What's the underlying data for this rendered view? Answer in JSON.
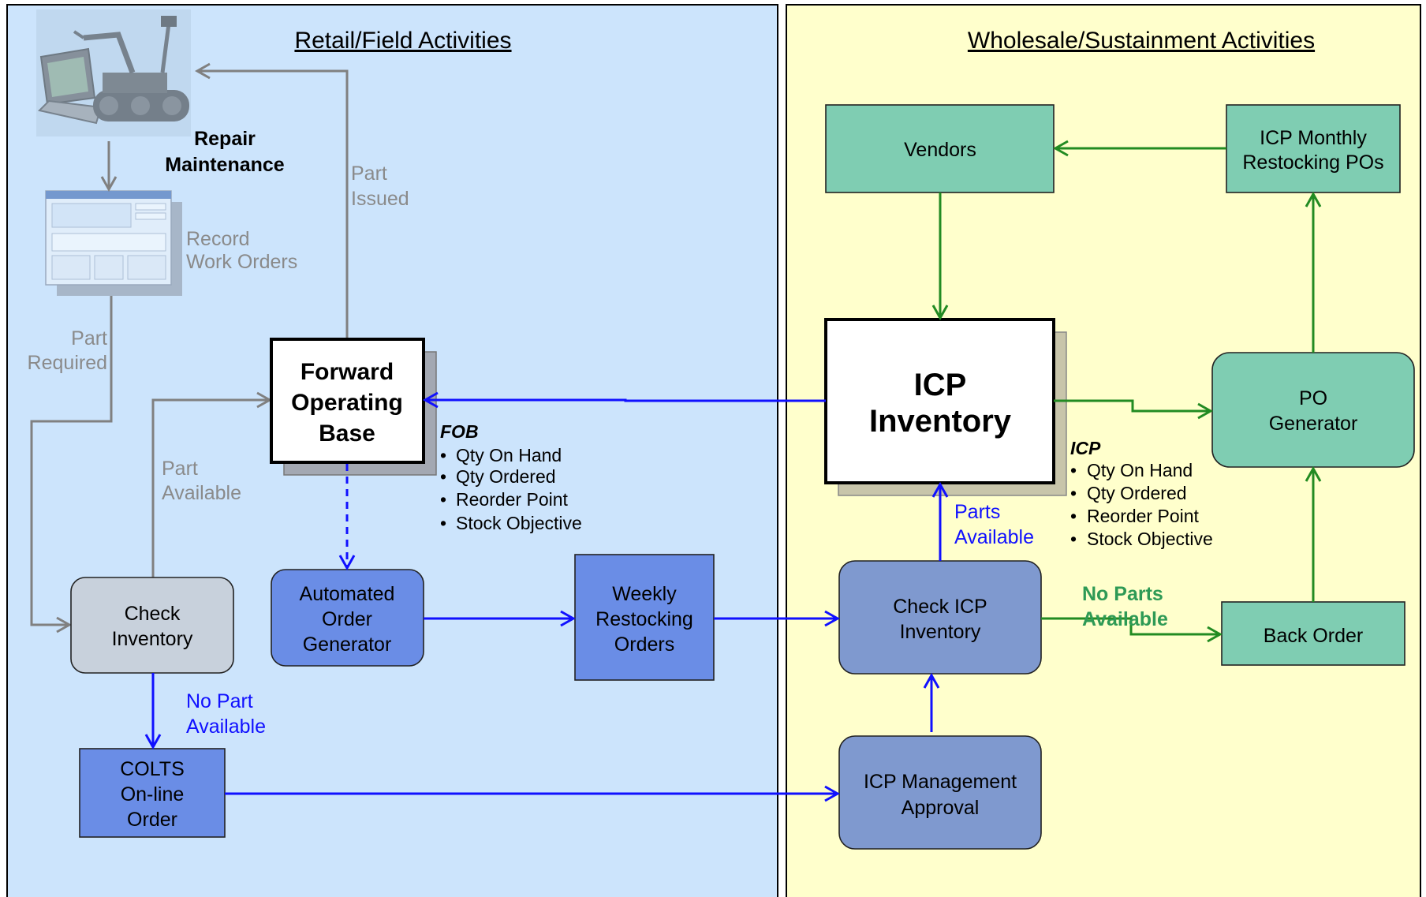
{
  "panels": {
    "retail": {
      "title": "Retail/Field Activities"
    },
    "wholesale": {
      "title": "Wholesale/Sustainment Activities"
    }
  },
  "colors": {
    "retail_panel": "#cce4fc",
    "wholesale_panel": "#ffffcc",
    "field_box": "#6a8de6",
    "icp_box": "#7f99cf",
    "check_box": "#c8d1dc",
    "wholesale_box": "#7fcdb2",
    "gray_flow": "#808080",
    "blue_flow": "#1010ff",
    "green_flow": "#228b22",
    "fob_shadow": "#a3a8b2",
    "icp_shadow": "#c8c5aa"
  },
  "bullet": "•",
  "nodes": {
    "repair": {
      "lines": [
        "Repair",
        "Maintenance"
      ]
    },
    "record_work_orders": {
      "lines": [
        "Record",
        "Work Orders"
      ]
    },
    "fob": {
      "lines": [
        "Forward",
        "Operating",
        "Base"
      ]
    },
    "fob_details": {
      "heading": "FOB",
      "items": [
        "Qty On Hand",
        "Qty Ordered",
        "Reorder Point",
        "Stock Objective"
      ]
    },
    "automated_order_generator": {
      "lines": [
        "Automated",
        "Order",
        "Generator"
      ]
    },
    "weekly_restocking_orders": {
      "lines": [
        "Weekly",
        "Restocking",
        "Orders"
      ]
    },
    "check_inventory": {
      "lines": [
        "Check",
        "Inventory"
      ]
    },
    "colts_order": {
      "lines": [
        "COLTS",
        "On-line",
        "Order"
      ]
    },
    "icp_management_approval": {
      "lines": [
        "ICP Management",
        "Approval"
      ]
    },
    "check_icp_inventory": {
      "lines": [
        "Check ICP",
        "Inventory"
      ]
    },
    "icp_inventory": {
      "lines": [
        "ICP",
        "Inventory"
      ]
    },
    "icp_details": {
      "heading": "ICP",
      "items": [
        "Qty On Hand",
        "Qty Ordered",
        "Reorder Point",
        "Stock Objective"
      ]
    },
    "vendors": {
      "lines": [
        "Vendors"
      ]
    },
    "icp_monthly": {
      "lines": [
        "ICP Monthly",
        "Restocking POs"
      ]
    },
    "po_generator": {
      "lines": [
        "PO",
        "Generator"
      ]
    },
    "back_order": {
      "lines": [
        "Back Order"
      ]
    }
  },
  "edge_labels": {
    "part_issued": [
      "Part",
      "Issued"
    ],
    "part_required": [
      "Part",
      "Required"
    ],
    "part_available": [
      "Part",
      "Available"
    ],
    "no_part_available": [
      "No Part",
      "Available"
    ],
    "parts_available": [
      "Parts",
      "Available"
    ],
    "no_parts_available": [
      "No Parts",
      "Available"
    ]
  }
}
